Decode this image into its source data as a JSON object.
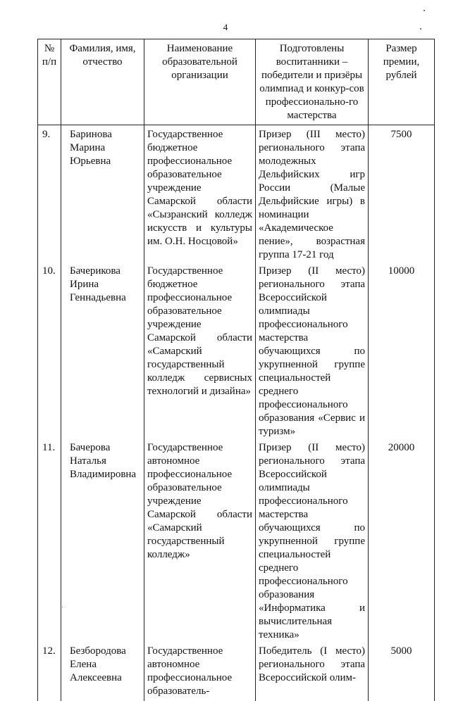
{
  "page": {
    "number": "4"
  },
  "table": {
    "headers": [
      "№ п/п",
      "Фамилия, имя, отчество",
      "Наименование образовательной организации",
      "Подготовлены воспитанники – победители и призёры олимпиад и конкур-сов профессионально-го мастерства",
      "Размер премии, рублей"
    ],
    "rows": [
      {
        "num": "9.",
        "name": "Баринова Марина Юрьевна",
        "org": "Государственное бюджетное профессиональное образовательное учреждение Самарской области «Сызранский колледж искусств и культуры им. О.Н. Носцовой»",
        "achievement": "Призер (III место) регионального этапа молодежных Дельфийских игр России (Малые Дельфийские игры) в номинации «Академическое пение», возрастная группа 17-21 год",
        "amount": "7500"
      },
      {
        "num": "10.",
        "name": "Бачерикова Ирина Геннадьевна",
        "org": "Государственное бюджетное профессиональное образовательное учреждение Самарской области «Самарский государственный колледж сервисных технологий и дизайна»",
        "achievement": "Призер (II место) регионального этапа Всероссийской олимпиады профессионального мастерства обучающихся по укрупненной группе специальностей среднего профессионального образования «Сервис и туризм»",
        "amount": "10000"
      },
      {
        "num": "11.",
        "name": "Бачерова Наталья Владимировна",
        "org": "Государственное автономное профессиональное образовательное учреждение Самарской области «Самарский государственный колледж»",
        "achievement": "Призер (II место) регионального этапа Всероссийской олимпиады профессионального мастерства обучающихся по укрупненной группе специальностей среднего профессионального образования «Информатика и вычислительная техника»",
        "amount": "20000"
      },
      {
        "num": "12.",
        "name": "Безбородова Елена Алексеевна",
        "org": "Государственное автономное профессиональное образователь-",
        "achievement": "Победитель (I место) регионального этапа Всероссийской олим-",
        "amount": "5000"
      }
    ]
  }
}
